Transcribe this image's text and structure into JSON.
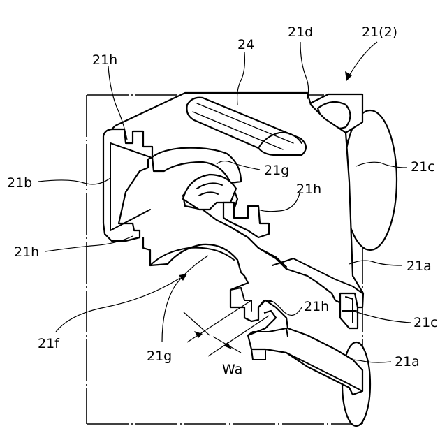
{
  "labels": {
    "assembly": "21(2)",
    "r21d": "21d",
    "r24": "24",
    "r21h_top": "21h",
    "r21b": "21b",
    "r21g_upper": "21g",
    "r21c_upper": "21c",
    "r21h_mid": "21h",
    "r21h_left": "21h",
    "r21a_upper": "21a",
    "r21h_lower": "21h",
    "r21c_lower": "21c",
    "r21f": "21f",
    "r21g_lower": "21g",
    "r21a_lower": "21a",
    "wa": "Wa"
  }
}
